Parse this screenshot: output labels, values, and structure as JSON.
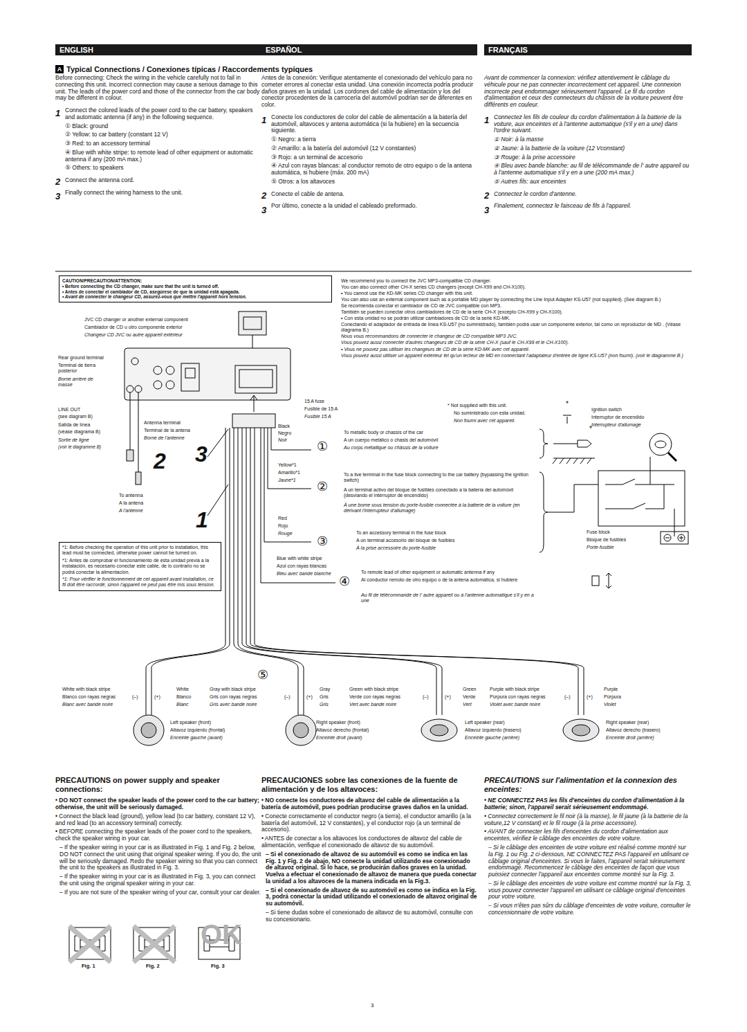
{
  "diagram": {
    "nodes": [
      {
        "text": [
          "ENGLISH"
        ]
      },
      {
        "text": [
          "ESPAÑOL"
        ]
      },
      {
        "text": [
          "FRANÇAIS"
        ]
      },
      {
        "text": [
          "A"
        ]
      },
      {
        "text": [
          "CAUTION/PRECAUTION/ATTENTION:",
          "• Before connecting the CD changer, make sure that the unit is turned off.",
          "• Antes de conectar el cambiador de CD, asegúrese de que la unidad está apagada.",
          "• Avant de connecter le changeur CD, assurez-vous que mettre l'appareil hors tension."
        ]
      },
      {
        "text": [
          "*1: Before checking the operation of this unit prior to installation, this lead must be connected, otherwise power cannot be turned on.",
          "*1: Antes de comprobar el funcionamiento de esta unidad previa a la instalación, es necesario conectar este cable, de lo contrario no se podrá conectar la alimentación.",
          "*1: Pour vérifier le fonctionnement de cet appareil avant installation, ce fil doit être raccordé, sinon l'appareil ne peut pas être mis sous tension."
        ]
      }
    ],
    "labels": [
      "Typical Connections / Conexiones típicas / Raccordements typiques",
      "Before connecting: Check the wiring in the vehicle carefully not to fail in connecting this unit. Incorrect connection may cause a serious damage to this unit. The leads of the power cord and those of the connector from the car body may be different in colour.",
      "1",
      "Connect the colored leads of the power cord to the car battery, speakers and automatic antenna (if any) in the following sequence.",
      "① Black: ground",
      "② Yellow: to car battery (constant 12 V)",
      "③ Red: to an accessory terminal",
      "④ Blue with white stripe: to remote lead of other equipment or automatic antenna if any (200 mA max.)",
      "⑤ Others: to speakers",
      "2",
      "Connect the antenna cord.",
      "3",
      "Finally connect the wiring harness to the unit.",
      "Antes de la conexión: Verifique atentamente el conexionado del vehículo para no cometer errores al conectar esta unidad. Una conexión incorrecta podría producir daños graves en la unidad. Los cordones del cable de alimentación y los del conector procedentes de la carrocería del automóvil podrían ser de diferentes en color.",
      "1",
      "Conecte los conductores de color del cable de alimentación a la batería del automóvil, altavoces y antena automática (si la hubiere) en la secuencia siguiente.",
      "① Negro: a tierra",
      "② Amarillo: a la batería del automóvil (12 V constantes)",
      "③ Rojo: a un terminal de accesorio",
      "④ Azul con rayas blancas: al conductor remoto de otro equipo o de la antena automática, si hubiere (máx. 200 mA)",
      "⑤ Otros: a los altavoces",
      "2",
      "Conecte el cable de antena.",
      "3",
      "Por último, conecte a la unidad el cableado preformado.",
      "Avant de commencer la connexion: vérifiez attentivement le câblage du véhicule pour ne pas connecter incorrectement cet appareil. Une connexion incorrecte peut endommager sérieusement l'appareil. Le fil du cordon d'alimentation et ceux des connecteurs du châssis de la voiture peuvent être différents en couleur.",
      "1",
      "Connectez les fils de couleur du cordon d'alimentation à la batterie de la voiture, aux enceintes et à l'antenne automatique (s'il y en a une) dans l'ordre suivant.",
      "① Noir: à la masse",
      "② Jaune: à la batterie de la voiture (12 Vconstant)",
      "③ Rouge: à la prise accessoire",
      "④ Bleu avec bande blanche: au fil de télécommande de l' autre appareil ou à l'antenne automatique s'il y en a une (200 mA max.)",
      "⑤ Autres fils: aux enceintes",
      "2",
      "Connectez le cordon d'antenne.",
      "3",
      "Finalement, connectez le faisceau de fils à l'appareil.",
      "We recommend you to connect the JVC MP3-compatible CD changer.",
      "You can also connect other CH-X series CD changers (except CH-X99 and CH-X100).",
      "• You cannot use the KD-MK series CD changer with this unit.",
      "You can also use an external component such as a portable MD player by connecting the Line Input Adapter KS-U57 (not supplied). (See diagram B.)",
      "Se recomienda conectar el cambiador de CD de JVC compatible con MP3.",
      "También se pueden conectar otros cambiadores de CD de la serie CH-X (excepto CH-X99 y CH-X100).",
      "• Con esta unidad no se podrán utilizar cambiadores de CD de la serie KD-MK.",
      "Conectando el adaptador de entrada de línea KS-U57 (no suministrado), también podrá usar un componente exterior, tal como un reproductor de MD . (Véase diagrama B.)",
      "Nous vous recommandons de connecter le changeur de CD compatible MP3 JVC.",
      "Vous pouvez aussi connecter d'autres changeurs de CD de la série CH-X (sauf le CH-X99 et le CH-X100).",
      "• Vous ne pouvez pas utiliser les changeurs de CD de la série KD-MK avec cet appareil.",
      "Vous pouvez aussi utiliser un appareil extérieur tel qu'un lecteur de MD en connectant l'adaptateur d'entrée de ligne KS-U57 (non fourni). (voir le diagramme B.)",
      "JVC CD changer or another external component",
      "Cambiador de CD u otro componente exterior",
      "Changeur CD JVC ou autre appareil extérieur",
      "Rear ground terminal",
      "Terminal de tierra posterior",
      "Borne arrière de masse",
      "LINE OUT",
      "(see diagram B)",
      "Salida de línea",
      "(véase diagrama B)",
      "Sortie de ligne",
      "(voir le diagramme B)",
      "Antenna terminal",
      "Terminal de la antena",
      "Borne de l'antenne",
      "2",
      "3",
      "1",
      "To antenna",
      "A la antena",
      "A l'antenne",
      "15 A fuse",
      "Fusible de 15 A",
      "Fusible 15 A",
      "Black",
      "Negro",
      "Noir",
      "①",
      "To metallic body or chassis of the car",
      "A un cuerpo metálico o chasis del automóvil",
      "Au corps métallique ou châssis de la voiture",
      "Yellow*1",
      "Amarillo*1",
      "Jaune*1",
      "②",
      "To a live terminal in the fuse block connecting to the car battery (bypassing the ignition switch)",
      "A un terminal activo del bloque de fusibles conectado a la batería del automóvil (desviando el interruptor de encendido)",
      "À une borne sous tension du porte-fusible connectée à la batterie de la voiture (en dérivant l'interrupteur d'allumage)",
      "Red",
      "Rojo",
      "Rouge",
      "③",
      "To an accessory terminal in the fuse block",
      "A un terminal accesorio del bloque de fusibles",
      "À la prise accessoire du porte-fusible",
      "Blue with white stripe",
      "Azul con rayas blancas",
      "Bleu avec bande blanche",
      "④",
      "To remote lead of other equipment or automatic antenna if any",
      "Al conductor remoto de otro equipo o de la antena automática, si hubiere",
      "Au fil de télécommande de l' autre appareil ou à l'antenne automatique s'il y en a une",
      "* Not supplied with this unit.",
      "No suministrado con esta unidad.",
      "Non fourni avec cet appareil.",
      "*",
      "*",
      "Ignition switch",
      "Interruptor de encendido",
      "Interrupteur d'allumage",
      "Fuse block",
      "Bloque de fusibles",
      "Porte-fusible",
      "⑤",
      "White with black stripe",
      "Blanco con rayas negras",
      "Blanc avec bande noire",
      "(–)",
      "(+)",
      "White",
      "Blanco",
      "Blanc",
      "Gray with black stripe",
      "Gris con rayas negras",
      "Gris avec bande noire",
      "(–)",
      "(+)",
      "Gray",
      "Gris",
      "Gris",
      "Green with black stripe",
      "Verde con rayas negras",
      "Vert avec bande noire",
      "(–)",
      "(+)",
      "Green",
      "Verde",
      "Vert",
      "Purple with black stripe",
      "Púrpura con rayas negras",
      "Violet avec bande noire",
      "(–)",
      "(+)",
      "Purple",
      "Púrpura",
      "Violet",
      "Left speaker (front)",
      "Altavoz izquierdo (frontal)",
      "Enceinte gauche (avant)",
      "Right speaker (front)",
      "Altavoz derecho (frontal)",
      "Enceinte droit (avant)",
      "Left speaker (rear)",
      "Altavoz izquierdo (trasero)",
      "Enceinte gauche (arrière)",
      "Right speaker (rear)",
      "Altavoz derecho (trasero)",
      "Enceinte droit (arrière)",
      "PRECAUTIONS on power supply and speaker connections:",
      "• DO NOT connect the speaker leads of the power cord to the car battery; otherwise, the unit will be seriously damaged.",
      "• Connect the black lead (ground), yellow lead (to car battery, constant 12 V), and red lead (to an accessory terminal) correctly.",
      "• BEFORE connecting the speaker leads of the power cord to the speakers, check the speaker wiring in your car.",
      "– If the speaker wiring in your car is as illustrated in Fig. 1 and Fig. 2 below, DO NOT connect the unit using that original speaker wiring. If you do, the unit will be seriously damaged. Redo the speaker wiring so that you can connect the unit to the speakers as illustrated in Fig. 3.",
      "– If the speaker wiring in your car is as illustrated in Fig. 3, you can connect the unit using the original speaker wiring in your car.",
      "– If you are not sure of the speaker wiring of your car, consult your car dealer.",
      "OK",
      "Fig. 1",
      "Fig. 2",
      "Fig. 3",
      "PRECAUCIONES sobre las conexiones de la fuente de alimentación y de los altavoces:",
      "• NO conecte los conductores de altavoz del cable de alimentación a la batería de automóvil, pues podrían producirse graves daños en la unidad.",
      "• Conecte correctamente el conductor negro (a tierra), el conductor amarillo (a la batería del automóvil, 12 V constantes), y el conductor rojo (a un terminal de accesorio).",
      "• ANTES de conectar a los altavoces los conductores de altavoz del cable de alimentación, verifique el conexionado de altavoz de su automóvil.",
      "– Si el conexionado de altavoz de su automóvil es como se indica en las Fig. 1 y Fig. 2 de abajo, NO conecte la unidad utilizando ese conexionado de altavoz original. Si lo hace, se producirán daños graves en la unidad. Vuelva a efectuar el conexionado de altavoz de manera que pueda conectar la unidad a los altavoces de la manera indicada en la Fig.3.",
      "– Si el conexionado de altavoz de su automóvil es como se indica en la Fig. 3, podrá conectar la unidad utilizando el conexionado de altavoz original de su automóvil.",
      "– Si tiene dudas sobre el conexionado de altavoz de su automóvil, consulte con su concesionario.",
      "PRECAUTIONS sur l'alimentation et la connexion des enceintes:",
      "• NE CONNECTEZ PAS les fils d'enceintes du cordon d'alimentation à la batterie; sinon, l'appareil serait sérieusement endommagé.",
      "• Connectez correctement le fil noir (à la masse), le fil jaune (à la batterie de la voiture,12 V constant) et le fil rouge (à la prise accessoire).",
      "• AVANT de connecter les fils d'enceintes du cordon d'alimentation aux enceintes, vérifiez le câblage des enceintes de votre voiture.",
      "– Si le câblage des enceintes de votre voiture est réalisé comme montré sur la Fig. 1 ou Fig. 2 ci-dessous, NE CONNECTEZ PAS l'appareil en utilisant ce câblage original d'enceintes. Si vous le faites, l'appareil serait sérieusement endommagé. Recommencez le câblage des enceintes de façon que vous puissiez connecter l'appareil aux enceintes comme montré sur la Fig. 3.",
      "– Si le câblage des enceintes de votre voiture est comme montré sur la Fig. 3, vous pouvez connecter l'appareil en utilisant ce câblage original d'enceintes pour votre voiture.",
      "– Si vous n'êtes pas sûrs du câblage d'enceintes de votre voiture, consulter le concessionnaire de votre voiture.",
      "3"
    ]
  }
}
